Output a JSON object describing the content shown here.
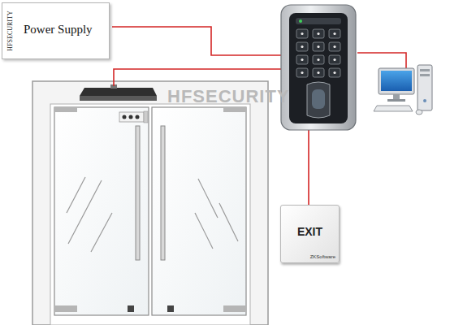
{
  "diagram": {
    "nodes": [
      {
        "text": [
          "HFSECURITY",
          "Power Supply"
        ]
      },
      {
        "text": [
          "EXIT",
          "ZKSoftware"
        ]
      }
    ],
    "labels": [
      "HFSECURITY"
    ]
  }
}
